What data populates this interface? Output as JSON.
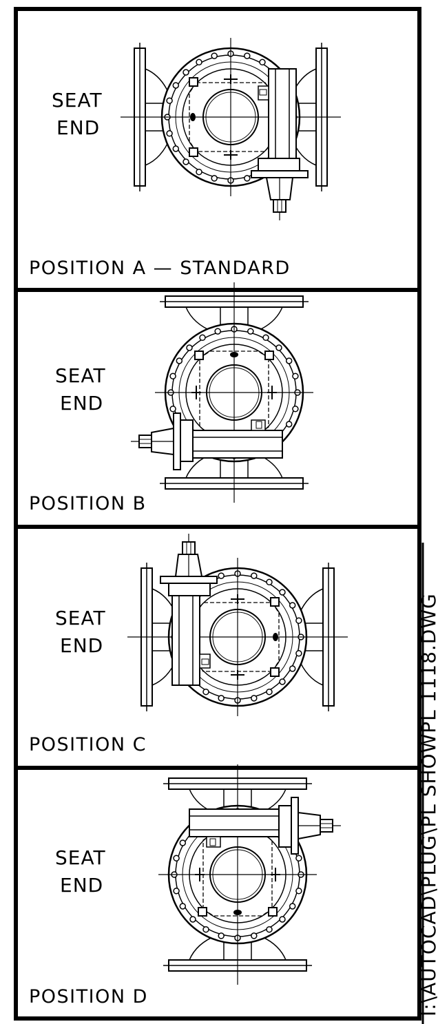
{
  "panels": [
    {
      "seat_end_line1": "SEAT",
      "seat_end_line2": "END",
      "position_label": "POSITION  A  —  STANDARD",
      "actuator_side": "bottom"
    },
    {
      "seat_end_line1": "SEAT",
      "seat_end_line2": "END",
      "position_label": "POSITION  B",
      "actuator_side": "left"
    },
    {
      "seat_end_line1": "SEAT",
      "seat_end_line2": "END",
      "position_label": "POSITION  C",
      "actuator_side": "top"
    },
    {
      "seat_end_line1": "SEAT",
      "seat_end_line2": "END",
      "position_label": "POSITION  D",
      "actuator_side": "right"
    }
  ],
  "file_path": "I:\\AUTOCAD\\PLUG\\PL SHOWPL 1118.DWG"
}
